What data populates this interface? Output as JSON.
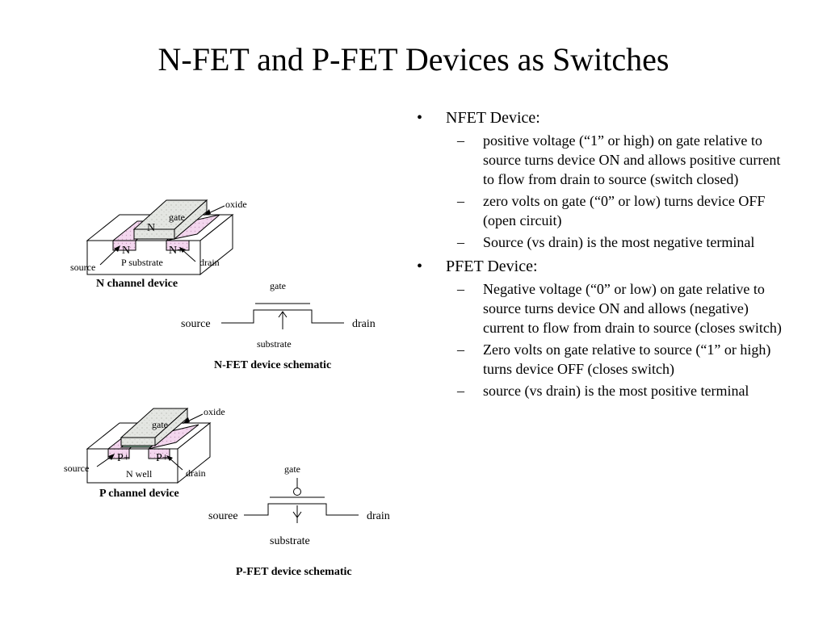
{
  "slide": {
    "title": "N-FET and P-FET Devices as Switches"
  },
  "bullets": {
    "nfet": {
      "label": "NFET Device:",
      "subs": [
        "positive voltage (“1” or high) on gate relative to source turns device ON and allows positive current to flow from drain to source (switch closed)",
        "zero volts on gate (“0” or low) turns device OFF (open circuit)",
        "Source (vs drain) is the most negative terminal"
      ]
    },
    "pfet": {
      "label": "PFET Device:",
      "subs": [
        "Negative voltage (“0” or low) on gate relative to source turns device ON and allows (negative) current to flow from drain to source (closes switch)",
        "Zero volts on gate relative to source (“1” or high) turns device OFF (closes switch)",
        "source (vs drain) is the most positive terminal"
      ]
    },
    "bullet_mark": "•",
    "dash_mark": "–"
  },
  "nchannel": {
    "oxide": "oxide",
    "gate": "gate",
    "n_gate": "N",
    "n_left": "N",
    "n_right": "N+",
    "substrate": "P substrate",
    "source": "source",
    "drain": "drain",
    "caption": "N channel device"
  },
  "nschematic": {
    "gate": "gate",
    "source": "source",
    "drain": "drain",
    "substrate": "substrate",
    "caption": "N-FET device schematic"
  },
  "pchannel": {
    "oxide": "oxide",
    "gate": "gate",
    "p_left": "P+",
    "p_right": "P+",
    "well": "N well",
    "source": "source",
    "drain": "drain",
    "caption": "P channel device"
  },
  "pschematic": {
    "gate": "gate",
    "source": "souree",
    "drain": "drain",
    "substrate": "substrate",
    "caption": "P-FET device schematic"
  },
  "colors": {
    "gate_fill": "#e4e6e2",
    "oxide_fill": "#9fd3b8",
    "diffusion_fill": "#f3d6ee",
    "line": "#000000"
  }
}
